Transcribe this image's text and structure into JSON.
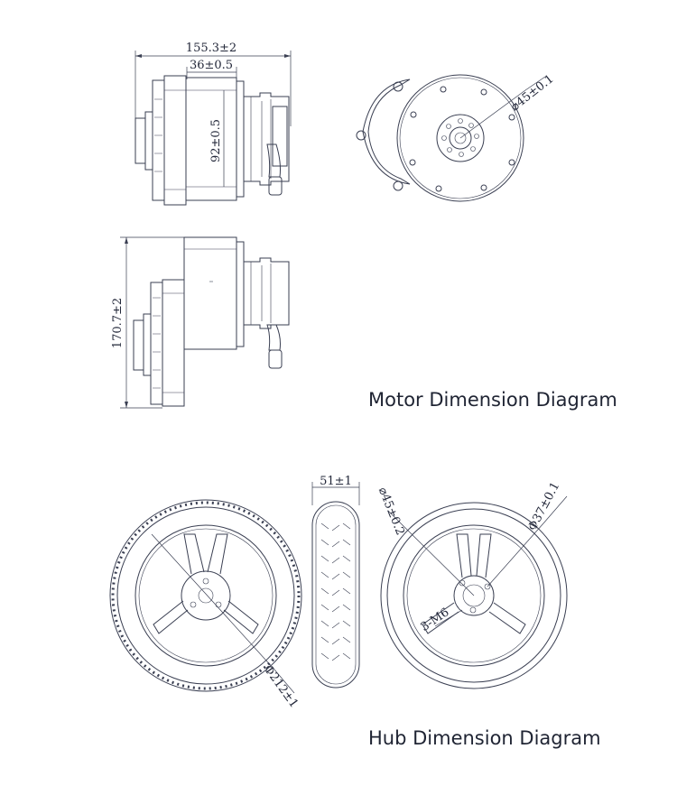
{
  "titles": {
    "motor": "Motor Dimension Diagram",
    "hub": "Hub Dimension Diagram"
  },
  "motor_dimensions": {
    "overall_length": "155.3±2",
    "body_length": "36±0.5",
    "body_height": "92±0.5",
    "face_circle": "⌀45±0.1",
    "overall_height": "170.7±2"
  },
  "hub_dimensions": {
    "tyre_width": "51±1",
    "tyre_diameter": "Φ212±1",
    "hub_circle": "⌀45±0.2",
    "bore": "Φ37±0.1",
    "bolt_holes": "3-M6"
  }
}
